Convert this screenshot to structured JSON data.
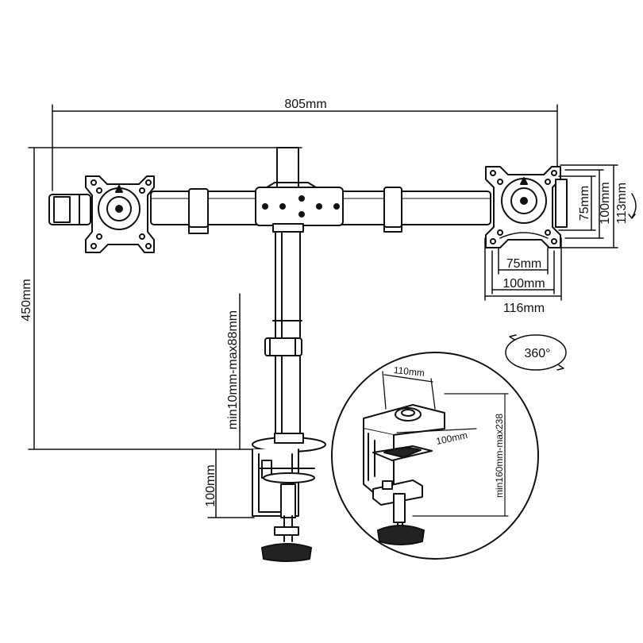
{
  "colors": {
    "line": "#111111",
    "background": "#ffffff",
    "fill_dark": "#222222"
  },
  "dimensions": {
    "total_width": "805mm",
    "total_height": "450mm",
    "pole_adjust": "min10mm-max88mm",
    "clamp_height": "100mm",
    "vesa_h_small": "75mm",
    "vesa_h_large": "100mm",
    "plate_h": "116mm",
    "vesa_v_small": "75mm",
    "vesa_v_large": "100mm",
    "plate_v": "113mm",
    "rotation": "360°"
  },
  "inset": {
    "clamp_top_width": "110mm",
    "clamp_depth": "100mm",
    "desk_thickness": "min160mm-max238"
  },
  "icons": {
    "tilt": "tilt-arrow-icon",
    "rotate": "rotate-360-icon"
  }
}
